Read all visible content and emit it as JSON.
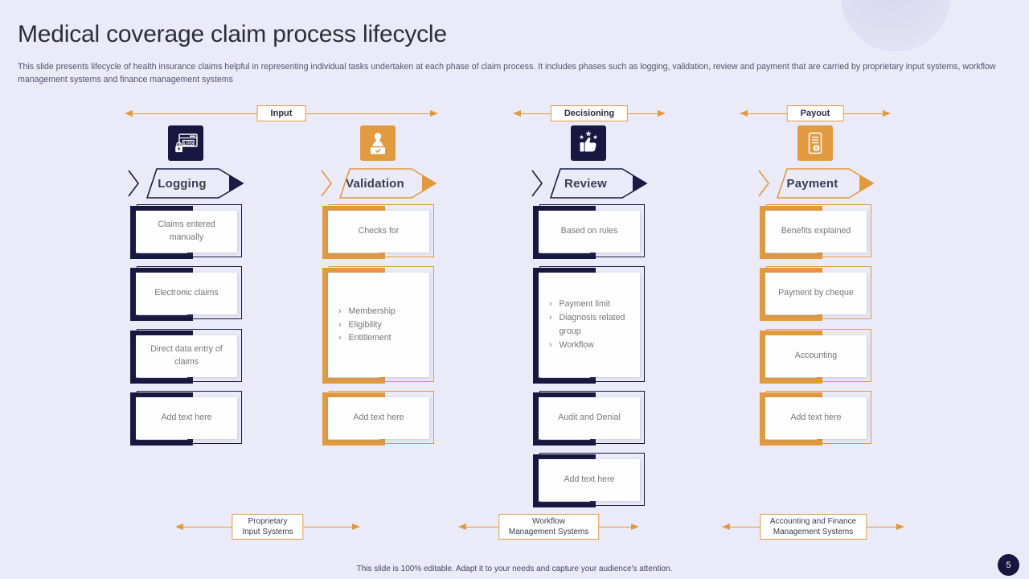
{
  "slide": {
    "title": "Medical coverage claim process lifecycle",
    "description": "This slide presents lifecycle of health insurance claims helpful in representing individual tasks undertaken at each phase of claim process. It includes phases such as logging, validation, review and payment that are carried by proprietary input systems, workflow management systems and finance management systems",
    "footer_note": "This slide is 100% editable. Adapt it to your needs and capture your audience's attention.",
    "page_number": "5",
    "bullet_marker": "›"
  },
  "colors": {
    "navy": "#17173F",
    "orange": "#E19A40",
    "background": "#EAEAF8",
    "arrow_orange": "#DF9A40"
  },
  "top_flow_labels": {
    "input": "Input",
    "decisioning": "Decisioning",
    "payout": "Payout"
  },
  "bottom_system_labels": {
    "proprietary": {
      "line1": "Proprietary",
      "line2": "Input Systems"
    },
    "workflow": {
      "line1": "Workflow",
      "line2": "Management Systems"
    },
    "accounting": {
      "line1": "Accounting and Finance",
      "line2": "Management Systems"
    }
  },
  "columns": [
    {
      "phase": "Logging",
      "icon": "log-window-lock-icon",
      "boxes": [
        {
          "text": "Claims entered manually"
        },
        {
          "text": "Electronic claims"
        },
        {
          "text": "Direct data entry of claims"
        },
        {
          "text": "Add text here"
        }
      ]
    },
    {
      "phase": "Validation",
      "icon": "approval-stamp-icon",
      "boxes": [
        {
          "text": "Checks for"
        },
        {
          "bullets": [
            "Membership",
            "Eligibility",
            "Entitlement"
          ]
        },
        {
          "text": "Add text here"
        }
      ]
    },
    {
      "phase": "Review",
      "icon": "thumbs-up-stars-icon",
      "boxes": [
        {
          "text": "Based on rules"
        },
        {
          "bullets": [
            "Payment limit",
            "Diagnosis related group",
            "Workflow"
          ]
        },
        {
          "text": "Audit and Denial"
        },
        {
          "text": "Add text here"
        }
      ]
    },
    {
      "phase": "Payment",
      "icon": "payment-receipt-icon",
      "boxes": [
        {
          "text": "Benefits explained"
        },
        {
          "text": "Payment by cheque"
        },
        {
          "text": "Accounting"
        },
        {
          "text": "Add text here"
        }
      ]
    }
  ]
}
